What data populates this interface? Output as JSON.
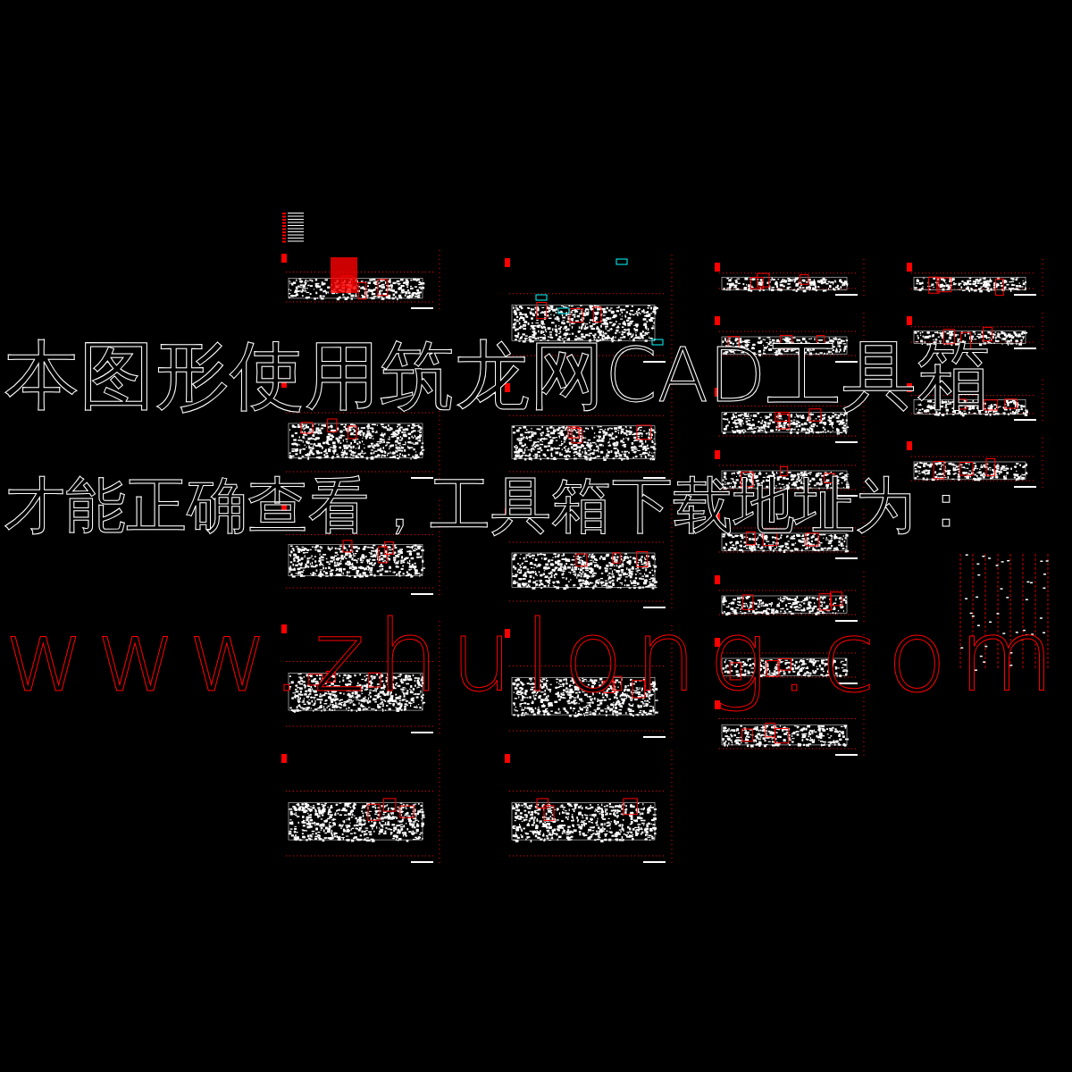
{
  "diagram": {
    "labels": [
      "本图形使用筑龙网CAD工具箱",
      "才能正确查看，工具箱下载地址为：",
      "www.zhulong.com"
    ]
  }
}
